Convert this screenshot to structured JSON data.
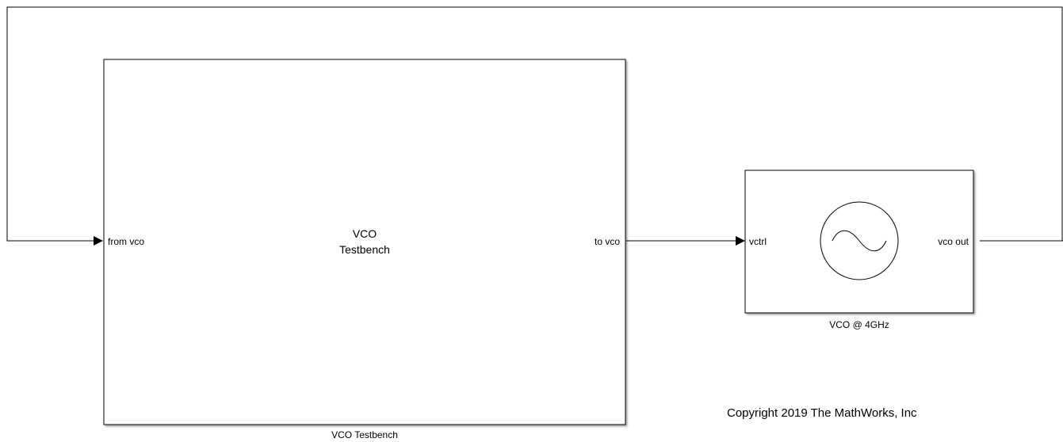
{
  "blocks": {
    "testbench": {
      "title_line1": "VCO",
      "title_line2": "Testbench",
      "caption": "VCO Testbench",
      "in_port": "from vco",
      "out_port": "to vco"
    },
    "vco": {
      "caption": "VCO @ 4GHz",
      "in_port": "vctrl",
      "out_port": "vco out",
      "icon": "sine-wave-source-icon"
    }
  },
  "copyright": "Copyright 2019 The MathWorks, Inc"
}
